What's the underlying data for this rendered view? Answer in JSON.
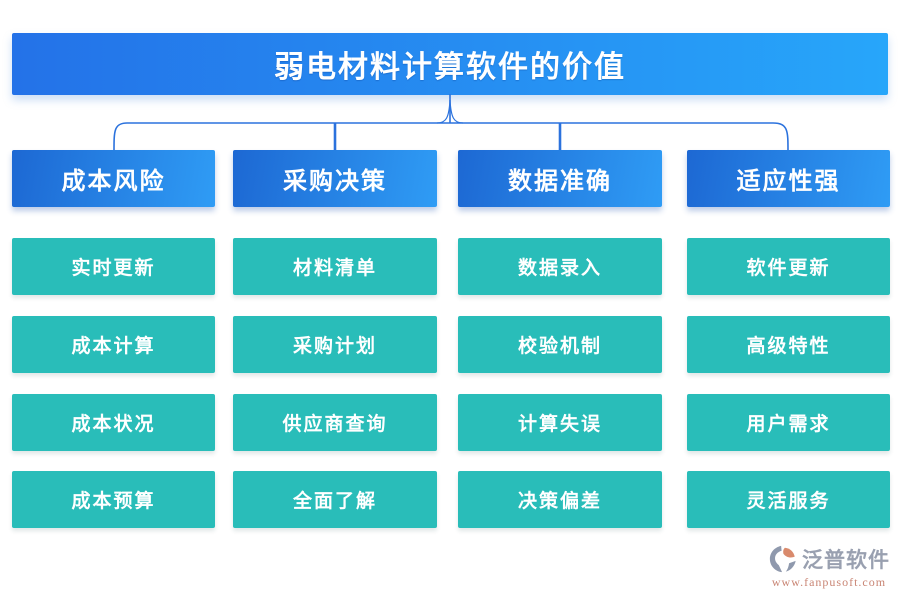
{
  "title": "弱电材料计算软件的价值",
  "columns": [
    {
      "header": "成本风险",
      "items": [
        "实时更新",
        "成本计算",
        "成本状况",
        "成本预算"
      ]
    },
    {
      "header": "采购决策",
      "items": [
        "材料清单",
        "采购计划",
        "供应商查询",
        "全面了解"
      ]
    },
    {
      "header": "数据准确",
      "items": [
        "数据录入",
        "校验机制",
        "计算失误",
        "决策偏差"
      ]
    },
    {
      "header": "适应性强",
      "items": [
        "软件更新",
        "高级特性",
        "用户需求",
        "灵活服务"
      ]
    }
  ],
  "watermark": {
    "brand": "泛普软件",
    "url": "www.fanpusoft.com"
  },
  "colors": {
    "banner_start": "#2472e8",
    "banner_end": "#27a6fa",
    "header_start": "#1d68d3",
    "header_end": "#2f9cf5",
    "item_bg": "#29bdb9",
    "connector": "#2b72dd",
    "box_text": "#ffffff",
    "watermark_brand": "#99a0b0",
    "watermark_url": "#c98574"
  }
}
